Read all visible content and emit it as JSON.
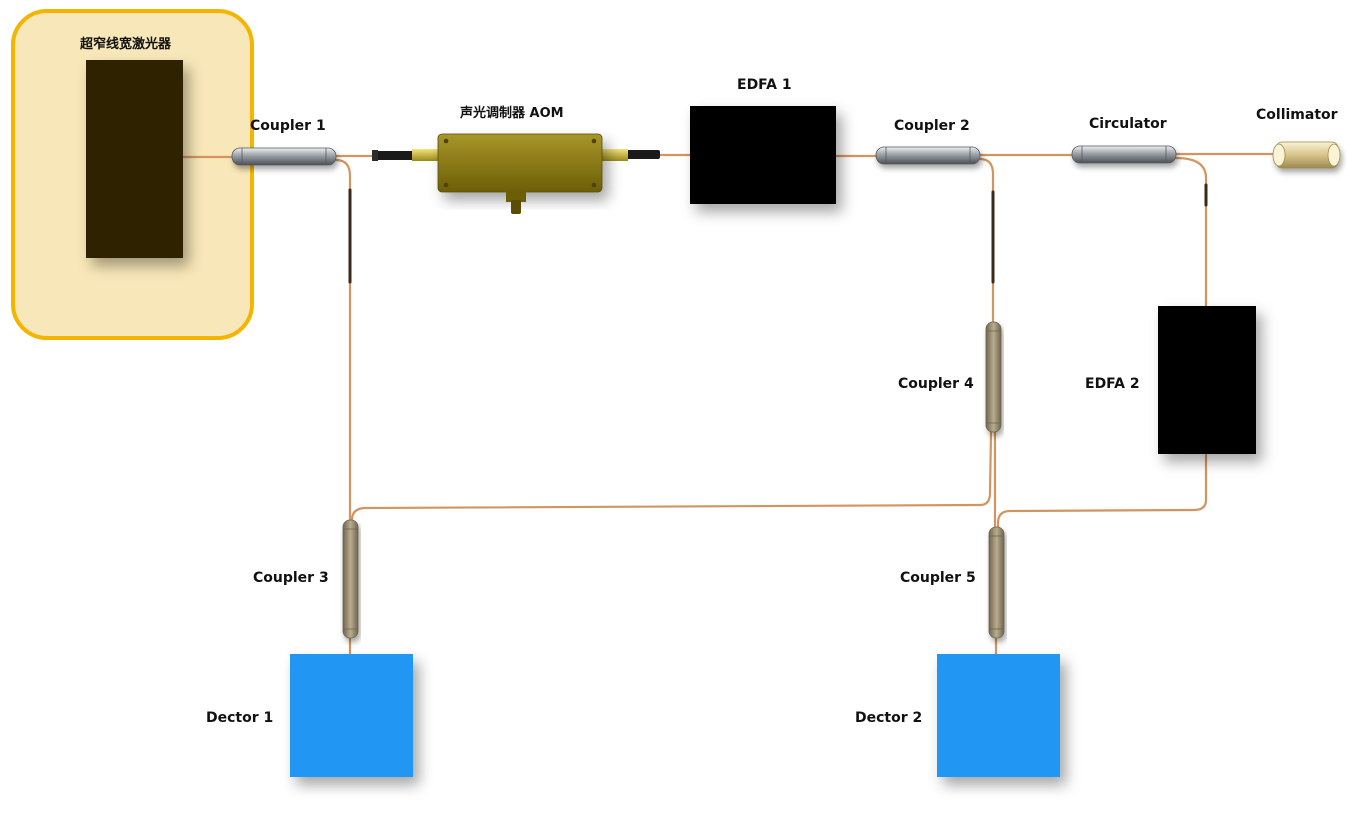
{
  "labels": {
    "laser": "超窄线宽激光器",
    "coupler1": "Coupler 1",
    "aom": "声光调制器 AOM",
    "edfa1": "EDFA 1",
    "coupler2": "Coupler 2",
    "circulator": "Circulator",
    "collimator": "Collimator",
    "coupler4": "Coupler 4",
    "edfa2": "EDFA 2",
    "coupler3": "Coupler 3",
    "coupler5": "Coupler 5",
    "detector1": "Dector 1",
    "detector2": "Dector 2"
  },
  "colors": {
    "highlight_fill": "#f8e7b8",
    "highlight_border": "#f5b400",
    "laser_body": "#2f2405",
    "aom_body": "#8a7a10",
    "edfa_body": "#000000",
    "detector_body": "#2196f3",
    "fiber": "#d39560",
    "fiber_jacket": "#3a2a1a",
    "coupler_metal": "#9aa0a6",
    "coupler_tan": "#9b8e70",
    "collimator_brass": "#d8c48a"
  }
}
